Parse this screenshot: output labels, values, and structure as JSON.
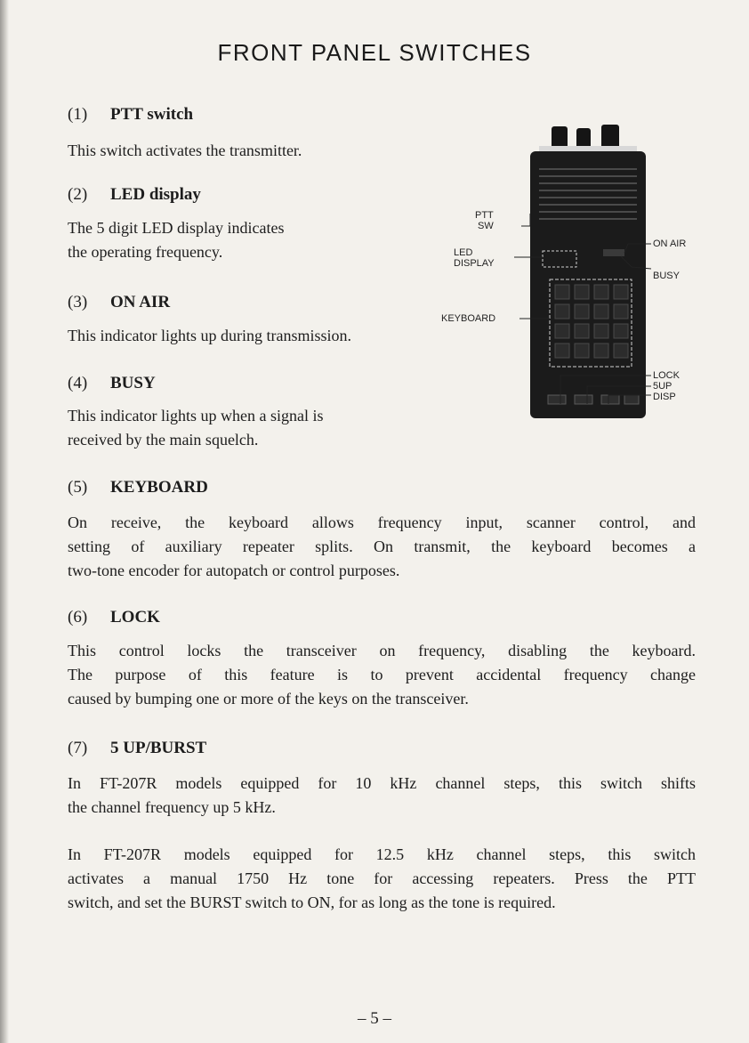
{
  "page": {
    "title": "FRONT PANEL SWITCHES",
    "page_number": "– 5 –"
  },
  "sections": [
    {
      "num": "(1)",
      "title": "PTT switch",
      "lines": [
        "This switch activates the transmitter."
      ]
    },
    {
      "num": "(2)",
      "title": "LED display",
      "lines": [
        "The 5 digit LED display indicates",
        "the operating frequency."
      ]
    },
    {
      "num": "(3)",
      "title": "ON AIR",
      "lines": [
        "This indicator lights up during transmission."
      ]
    },
    {
      "num": "(4)",
      "title": "BUSY",
      "lines": [
        "This indicator lights up when a signal is",
        "received by the main squelch."
      ]
    },
    {
      "num": "(5)",
      "title": "KEYBOARD",
      "lines": [
        "On receive, the keyboard allows frequency input, scanner control, and",
        "setting of auxiliary repeater splits. On transmit, the keyboard becomes a",
        "two-tone encoder for autopatch or control purposes."
      ]
    },
    {
      "num": "(6)",
      "title": "LOCK",
      "lines": [
        "This control locks the transceiver on frequency, disabling the keyboard.",
        "The purpose of this feature is to prevent accidental frequency change",
        "caused by bumping one or more of the keys on the transceiver."
      ]
    },
    {
      "num": "(7)",
      "title": "5 UP/BURST",
      "lines": [
        "In FT-207R models equipped for 10 kHz channel steps, this switch shifts",
        "the channel frequency up 5 kHz."
      ]
    },
    {
      "num": "",
      "title": "",
      "lines": [
        "In FT-207R models equipped for 12.5 kHz channel steps, this switch",
        "activates a manual 1750 Hz tone for accessing repeaters. Press the PTT",
        "switch, and set the BURST switch to ON, for as long as the tone is required."
      ]
    }
  ],
  "figure": {
    "labels": {
      "ptt": [
        "PTT",
        "SW"
      ],
      "led": [
        "LED",
        "DISPLAY"
      ],
      "keyboard": "KEYBOARD",
      "on_air": "ON AIR",
      "busy": "BUSY",
      "lock": "LOCK",
      "sup": "5UP",
      "disp": "DISP"
    }
  },
  "colors": {
    "paper": "#f3f1ec",
    "ink": "#1d1d1d",
    "radio_body": "#1b1b1b"
  }
}
